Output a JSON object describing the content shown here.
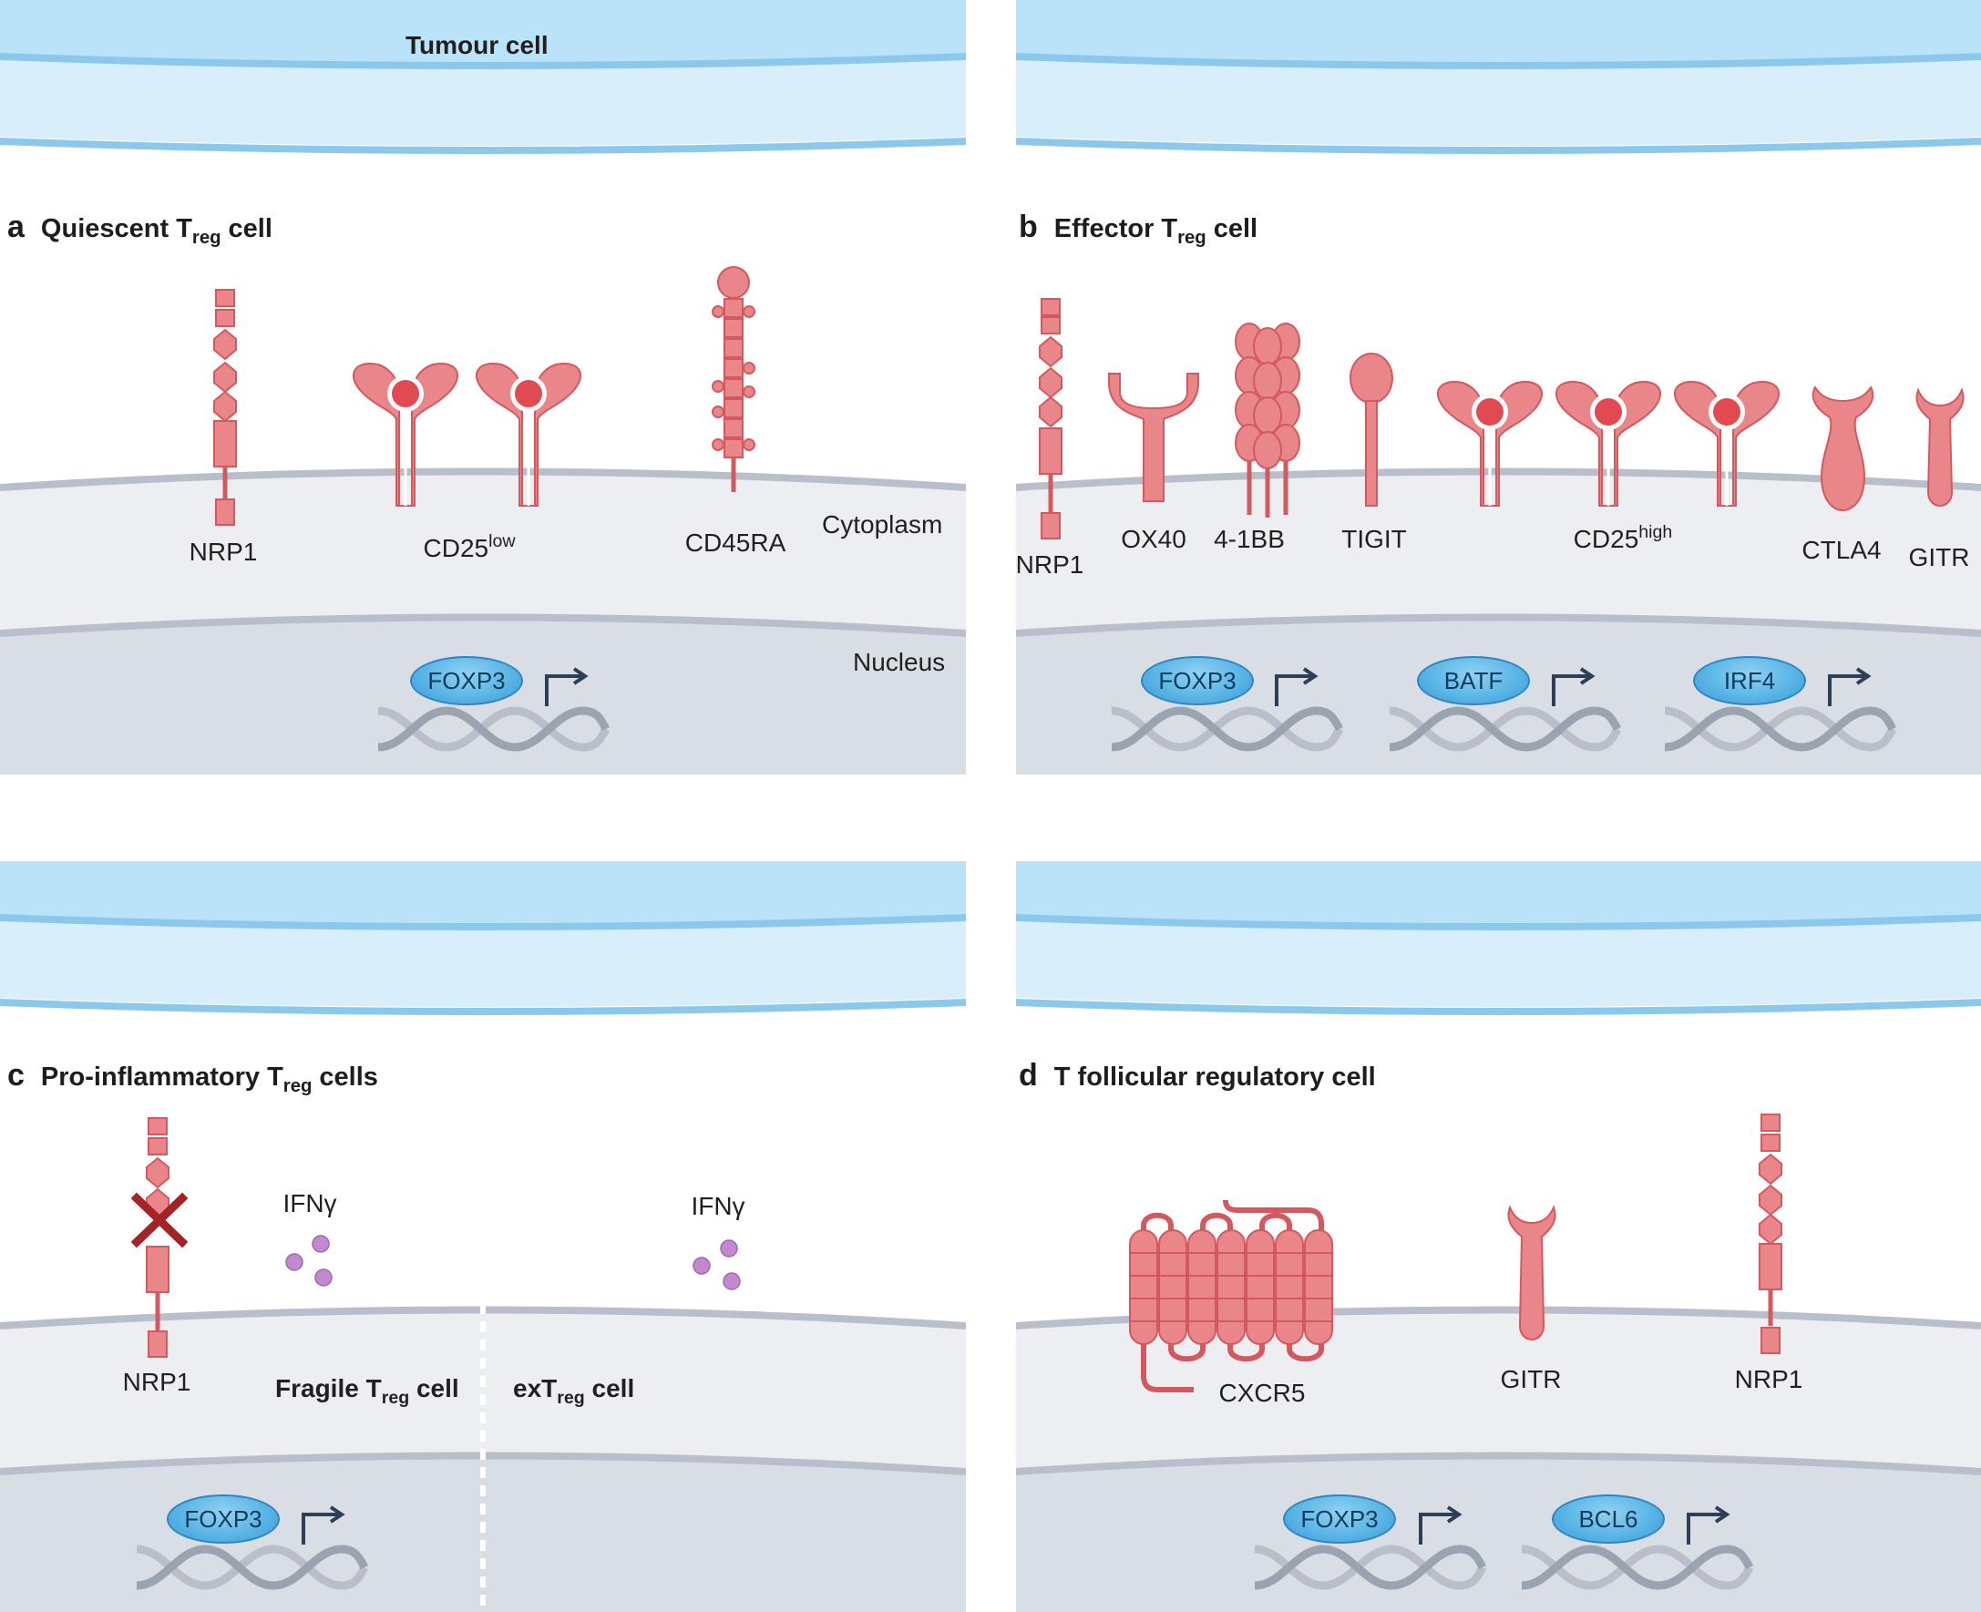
{
  "header": {
    "tumour_cell": "Tumour cell"
  },
  "panels": {
    "a": {
      "letter": "a",
      "title_pre": "Quiescent T",
      "title_sub": "reg",
      "title_post": " cell",
      "nrp1": "NRP1",
      "cd25": "CD25",
      "cd25_sup": "low",
      "cd45ra": "CD45RA",
      "cytoplasm": "Cytoplasm",
      "nucleus": "Nucleus",
      "tf1": "FOXP3"
    },
    "b": {
      "letter": "b",
      "title_pre": "Effector T",
      "title_sub": "reg",
      "title_post": " cell",
      "nrp1": "NRP1",
      "ox40": "OX40",
      "4_1bb": "4-1BB",
      "tigit": "TIGIT",
      "cd25": "CD25",
      "cd25_sup": "high",
      "ctla4": "CTLA4",
      "gitr": "GITR",
      "tf1": "FOXP3",
      "tf2": "BATF",
      "tf3": "IRF4"
    },
    "c": {
      "letter": "c",
      "title_pre": "Pro-inflammatory T",
      "title_sub": "reg",
      "title_post": " cells",
      "nrp1": "NRP1",
      "ifng1": "IFNγ",
      "ifng2": "IFNγ",
      "fragile_pre": "Fragile T",
      "fragile_sub": "reg",
      "fragile_post": " cell",
      "ex_pre": "exT",
      "ex_sub": "reg",
      "ex_post": " cell",
      "tf1": "FOXP3"
    },
    "d": {
      "letter": "d",
      "title": "T follicular regulatory cell",
      "cxcr5": "CXCR5",
      "gitr": "GITR",
      "nrp1": "NRP1",
      "tf1": "FOXP3",
      "tf2": "BCL6"
    }
  },
  "colors": {
    "receptor": "#e8868a",
    "receptor_stroke": "#d4595f",
    "ligand": "#e04a50",
    "membrane_blue": "#9ccfee",
    "tumour_fill": "#d6eefb",
    "cyto": "#eceef2",
    "nucleus": "#d9dde4",
    "ifng": "#c289cf"
  }
}
